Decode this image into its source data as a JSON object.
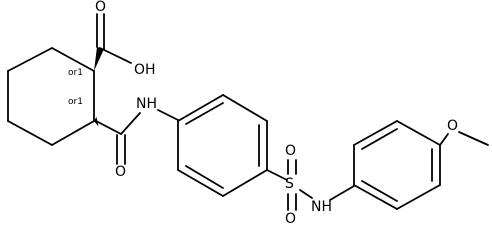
{
  "molecule": {
    "atoms": {
      "cooh_oxygen": "O",
      "hydroxyl": "OH",
      "amide_oxygen": "O",
      "amide_nh": "NH",
      "sulfur": "S",
      "sulfonyl_oxygen_top": "O",
      "sulfonyl_oxygen_bottom": "O",
      "sulfonamide_nh": "NH",
      "methoxy_oxygen": "O"
    },
    "stereo_labels": {
      "c1": "or1",
      "c2": "or1"
    }
  }
}
